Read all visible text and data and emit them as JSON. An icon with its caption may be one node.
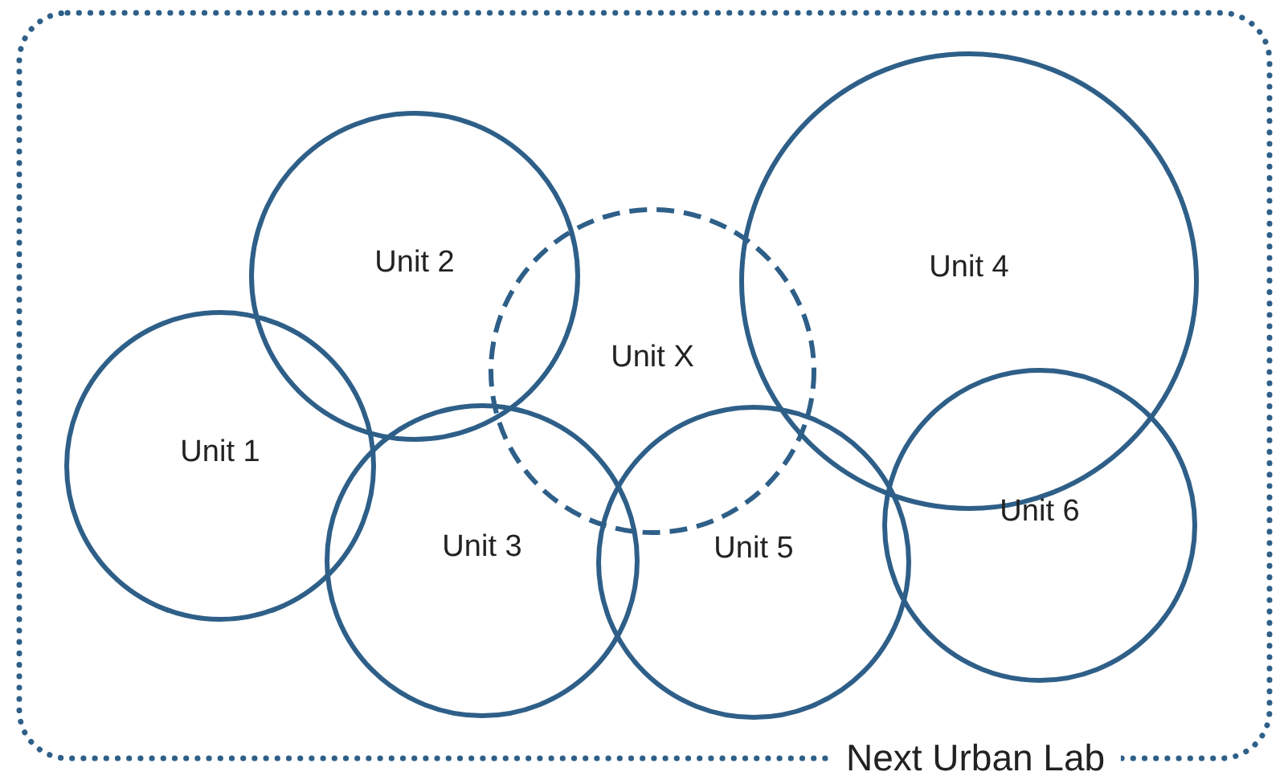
{
  "diagram": {
    "nodes": [
      {
        "text": [
          "Next Urban Lab"
        ]
      },
      {
        "text": [
          "Unit 2"
        ],
        "in": 0
      },
      {
        "text": [
          "Unit 4"
        ],
        "in": 0
      },
      {
        "text": [
          "Unit X"
        ],
        "in": 0
      },
      {
        "text": [
          "Unit 1"
        ],
        "in": 0
      },
      {
        "text": [
          "Unit 6"
        ],
        "in": 0
      },
      {
        "text": [
          "Unit 3"
        ],
        "in": 0
      },
      {
        "text": [
          "Unit 5"
        ],
        "in": 0
      }
    ]
  }
}
